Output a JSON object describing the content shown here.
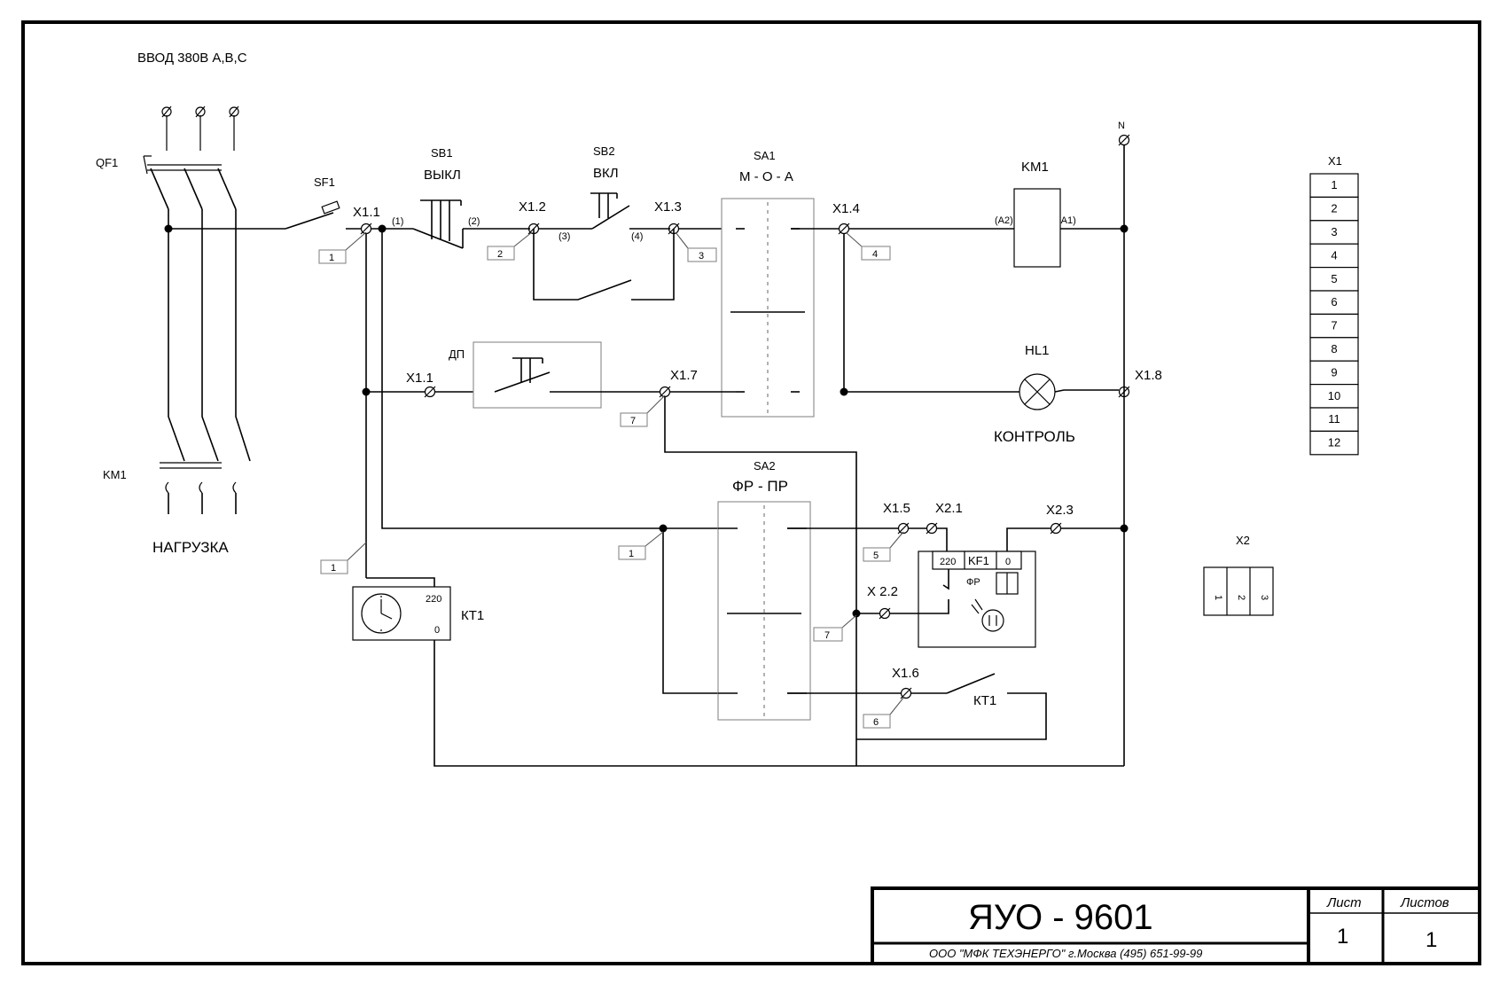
{
  "power_input": "ВВОД 380В А,В,С",
  "load_label": "НАГРУЗКА",
  "neutral_label": "N",
  "control_label": "КОНТРОЛЬ",
  "components": {
    "qf1": "QF1",
    "km1_main": "KM1",
    "sf1": "SF1",
    "sb1": {
      "ref": "SB1",
      "name": "ВЫКЛ"
    },
    "sb2": {
      "ref": "SB2",
      "name": "ВКЛ"
    },
    "sa1": {
      "ref": "SA1",
      "modes": "М - О - А"
    },
    "sa2": {
      "ref": "SA2",
      "modes": "ФР - ПР"
    },
    "km1_coil": "KM1",
    "hl1": "HL1",
    "dp": "ДП",
    "kt1": "КТ1",
    "kt1_contact": "КТ1",
    "kf1": "KF1",
    "fr": "ФР"
  },
  "kt1_pins": {
    "top": "220",
    "bottom": "0"
  },
  "kf1_cells": {
    "left": "220",
    "right": "0"
  },
  "terminals": {
    "x1_1_top": "X1.1",
    "x1_2": "X1.2",
    "x1_3": "X1.3",
    "x1_4": "X1.4",
    "x1_1_mid": "X1.1",
    "x1_7": "X1.7",
    "x1_8": "X1.8",
    "x1_5": "X1.5",
    "x2_1": "X2.1",
    "x2_3": "X2.3",
    "x2_2": "X 2.2",
    "x1_6": "X1.6"
  },
  "contact_marks": {
    "c1": "(1)",
    "c2": "(2)",
    "c3": "(3)",
    "c4": "(4)",
    "a2": "(A2)",
    "a1": "(A1)"
  },
  "wire_numbers": [
    "1",
    "2",
    "3",
    "4",
    "7",
    "1",
    "1",
    "5",
    "7",
    "6"
  ],
  "terminal_block_x1": {
    "title": "X1",
    "rows": [
      "1",
      "2",
      "3",
      "4",
      "5",
      "6",
      "7",
      "8",
      "9",
      "10",
      "11",
      "12"
    ]
  },
  "terminal_block_x2": {
    "title": "X2",
    "cells": [
      "1",
      "2",
      "3"
    ]
  },
  "title_block": {
    "designation": "ЯУО - 9601",
    "company": "ООО \"МФК ТЕХЭНЕРГО\" г.Москва  (495) 651-99-99",
    "sheet_label": "Лист",
    "sheet_value": "1",
    "sheets_label": "Листов",
    "sheets_value": "1"
  }
}
